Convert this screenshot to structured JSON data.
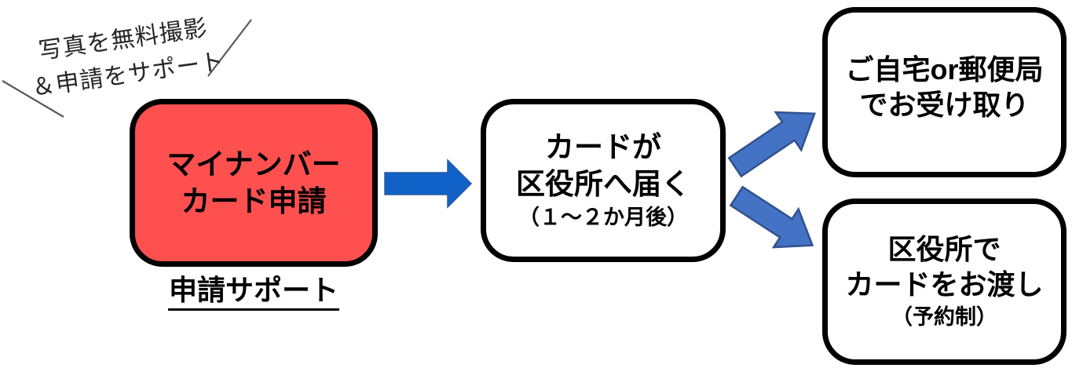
{
  "promo": {
    "line1": "写真を無料撮影",
    "line2": "＆申請をサポート"
  },
  "nodes": {
    "apply": {
      "line1": "マイナンバー",
      "line2": "カード申請"
    },
    "apply_caption": "申請サポート",
    "arrive": {
      "line1": "カードが",
      "line2": "区役所へ届く",
      "note": "（１～２か月後）"
    },
    "receive_home": {
      "line1": "ご自宅or郵便局",
      "line2": "でお受け取り"
    },
    "receive_office": {
      "line1": "区役所で",
      "line2": "カードをお渡し",
      "note": "（予約制）"
    }
  },
  "icons": {
    "arrow_right": "block-arrow-right",
    "arrow_up_right": "block-arrow-up-right",
    "arrow_down_right": "block-arrow-down-right",
    "slash_left": "backslash-line",
    "slash_right": "slash-line"
  },
  "colors": {
    "background": "#FFFFFF",
    "text": "#000000",
    "promo_text": "#262626",
    "slash_stroke": "#595959",
    "node_border": "#000000",
    "node_red_fill": "#FF5050",
    "arrow_main_fill": "#1062C8",
    "arrow_main_border": "#2B579A",
    "arrow_diag_fill": "#4472C4",
    "arrow_diag_border": "#2F528F"
  }
}
